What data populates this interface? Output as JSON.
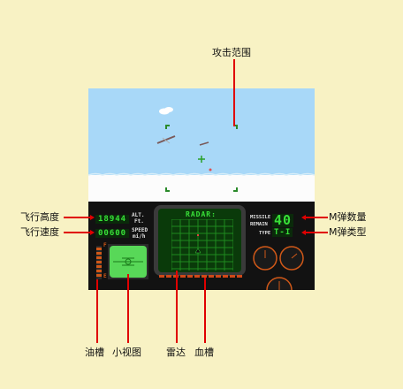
{
  "labels": {
    "attack_range": "攻击范围",
    "altitude": "飞行高度",
    "speed": "飞行速度",
    "missile_count": "M弹数量",
    "missile_type": "M弹类型",
    "fuel_tank": "油槽",
    "mini_map": "小视图",
    "radar": "雷达",
    "health_bar": "血槽"
  },
  "hud": {
    "altitude_value": "18944",
    "altitude_unit_top": "ALT.",
    "altitude_unit_bottom": "Ft.",
    "speed_value": "00600",
    "speed_unit_top": "SPEED",
    "speed_unit_bottom": "mi/h",
    "radar_title": "RADAR",
    "radar_suffix": ":",
    "missile_label": "MISSILE",
    "remain_label": "REMAIN",
    "missile_remaining": "40",
    "type_label": "TYPE",
    "missile_type": "T-I",
    "fuel_full": "F",
    "fuel_empty": "E"
  },
  "colors": {
    "sky": "#a8d8f8",
    "ground": "#fcfcfc",
    "cockpit": "#121212",
    "lcd_green": "#38e038",
    "accent_red": "#e00000",
    "background": "#f8f2c4"
  }
}
